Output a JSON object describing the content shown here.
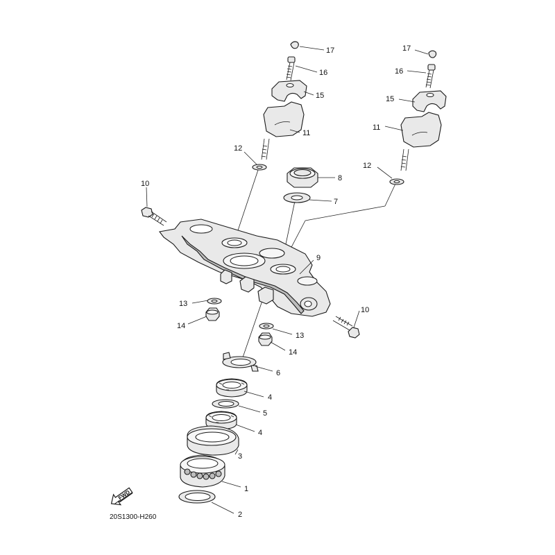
{
  "diagram": {
    "callouts": [
      {
        "id": "c17a",
        "label": "17"
      },
      {
        "id": "c16a",
        "label": "16"
      },
      {
        "id": "c15a",
        "label": "15"
      },
      {
        "id": "c11a",
        "label": "11"
      },
      {
        "id": "c12a",
        "label": "12"
      },
      {
        "id": "c17b",
        "label": "17"
      },
      {
        "id": "c16b",
        "label": "16"
      },
      {
        "id": "c15b",
        "label": "15"
      },
      {
        "id": "c11b",
        "label": "11"
      },
      {
        "id": "c12b",
        "label": "12"
      },
      {
        "id": "c8",
        "label": "8"
      },
      {
        "id": "c7",
        "label": "7"
      },
      {
        "id": "c10a",
        "label": "10"
      },
      {
        "id": "c9",
        "label": "9"
      },
      {
        "id": "c13a",
        "label": "13"
      },
      {
        "id": "c14a",
        "label": "14"
      },
      {
        "id": "c10b",
        "label": "10"
      },
      {
        "id": "c13b",
        "label": "13"
      },
      {
        "id": "c14b",
        "label": "14"
      },
      {
        "id": "c6",
        "label": "6"
      },
      {
        "id": "c4a",
        "label": "4"
      },
      {
        "id": "c5",
        "label": "5"
      },
      {
        "id": "c4b",
        "label": "4"
      },
      {
        "id": "c3",
        "label": "3"
      },
      {
        "id": "c1",
        "label": "1"
      },
      {
        "id": "c2",
        "label": "2"
      }
    ],
    "fwd_label": "FWD",
    "diagram_code": "20S1300-H260"
  }
}
